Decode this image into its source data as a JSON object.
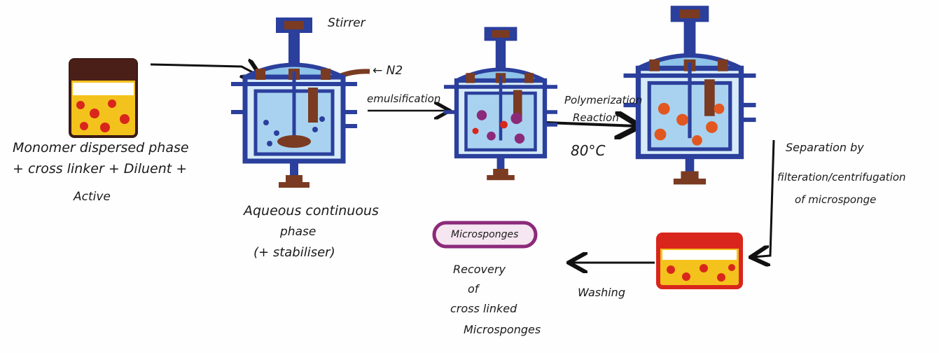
{
  "labels": {
    "stirrer": "Stirrer",
    "n2": "← N2",
    "emulsification": "emulsification",
    "polymerization": "Polymerization",
    "reaction": "Reaction",
    "temperature": "80°C",
    "monomer_line1": "Monomer dispersed phase",
    "monomer_line2": "+ cross linker + Diluent +",
    "monomer_line3": "Active",
    "aqueous_line1": "Aqueous continuous",
    "aqueous_line2": "phase",
    "aqueous_line3": "(+ stabiliser)",
    "separation_line1": "Separation by",
    "separation_line2": "filteration/centrifugation",
    "separation_line3": "of microsponge",
    "microsponges": "Microsponges",
    "recovery_line1": "Recovery",
    "recovery_line2": "of",
    "recovery_line3": "cross linked",
    "recovery_line4": "Microsponges",
    "washing": "Washing"
  },
  "colors": {
    "vessel_blue": "#2b3f9c",
    "liquid_blue": "#8fc4ea",
    "brown": "#7a3b22",
    "orange": "#e2571f",
    "red": "#d9261c",
    "purple": "#8c2a7a"
  }
}
